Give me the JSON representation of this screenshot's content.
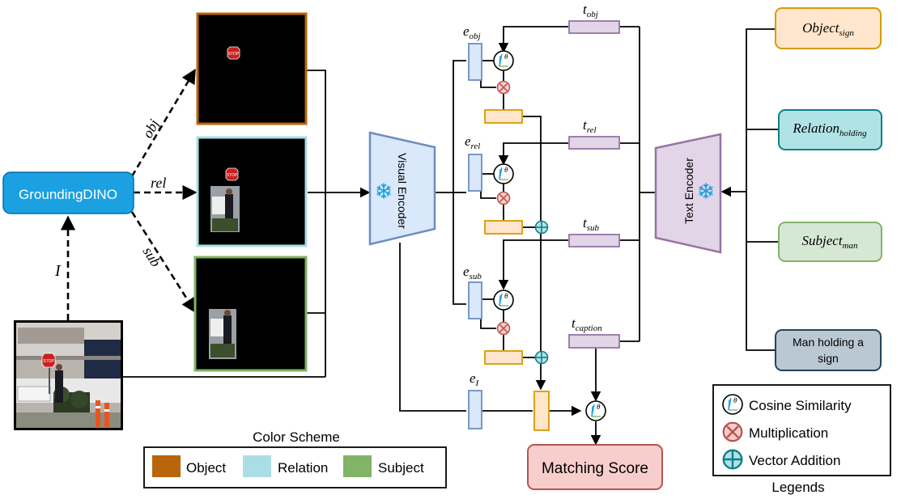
{
  "colors": {
    "object": "#b8650c",
    "relation": "#abdde5",
    "subject": "#82b366",
    "grounding": "#1ba1e2",
    "visual_encoder_fill": "#dae8fc",
    "visual_encoder_stroke": "#6c8ebf",
    "text_encoder_fill": "#e1d5e7",
    "text_encoder_stroke": "#9673a6",
    "score_fill": "#f8cecc",
    "score_stroke": "#b85450",
    "orange_fill": "#ffe6cc",
    "orange_stroke": "#d79b00",
    "add_stroke": "#0e8088",
    "add_fill": "#b0e3e6",
    "caption_fill": "#bac8d3",
    "caption_stroke": "#23445d"
  },
  "grounding": {
    "label": "GroundingDINO"
  },
  "edge_labels": {
    "image": "I",
    "obj": "obj",
    "rel": "rel",
    "sub": "sub"
  },
  "photo": {
    "stop_text": "STOP"
  },
  "visual_encoder": {
    "label": "Visual Encoder"
  },
  "text_encoder": {
    "label": "Text Encoder"
  },
  "embeddings": {
    "e_obj": {
      "base": "e",
      "sub": "obj"
    },
    "e_rel": {
      "base": "e",
      "sub": "rel"
    },
    "e_sub": {
      "base": "e",
      "sub": "sub"
    },
    "e_I": {
      "base": "e",
      "sub": "I"
    }
  },
  "text_embeddings": {
    "t_obj": {
      "base": "t",
      "sub": "obj"
    },
    "t_rel": {
      "base": "t",
      "sub": "rel"
    },
    "t_sub": {
      "base": "t",
      "sub": "sub"
    },
    "t_caption": {
      "base": "t",
      "sub": "caption"
    }
  },
  "inputs": {
    "object": {
      "base": "Object",
      "sub": "sign"
    },
    "relation": {
      "base": "Relation",
      "sub": "holding"
    },
    "subject": {
      "base": "Subject",
      "sub": "man"
    },
    "caption": {
      "line1": "Man holding a",
      "line2": "sign"
    }
  },
  "cosine_glyph": "θ",
  "matching_score": {
    "label": "Matching Score"
  },
  "color_scheme": {
    "title": "Color Scheme",
    "items": [
      {
        "label": "Object"
      },
      {
        "label": "Relation"
      },
      {
        "label": "Subject"
      }
    ]
  },
  "legends": {
    "title": "Legends",
    "items": [
      {
        "label": "Cosine Similarity"
      },
      {
        "label": "Multiplication"
      },
      {
        "label": "Vector Addition"
      }
    ]
  }
}
